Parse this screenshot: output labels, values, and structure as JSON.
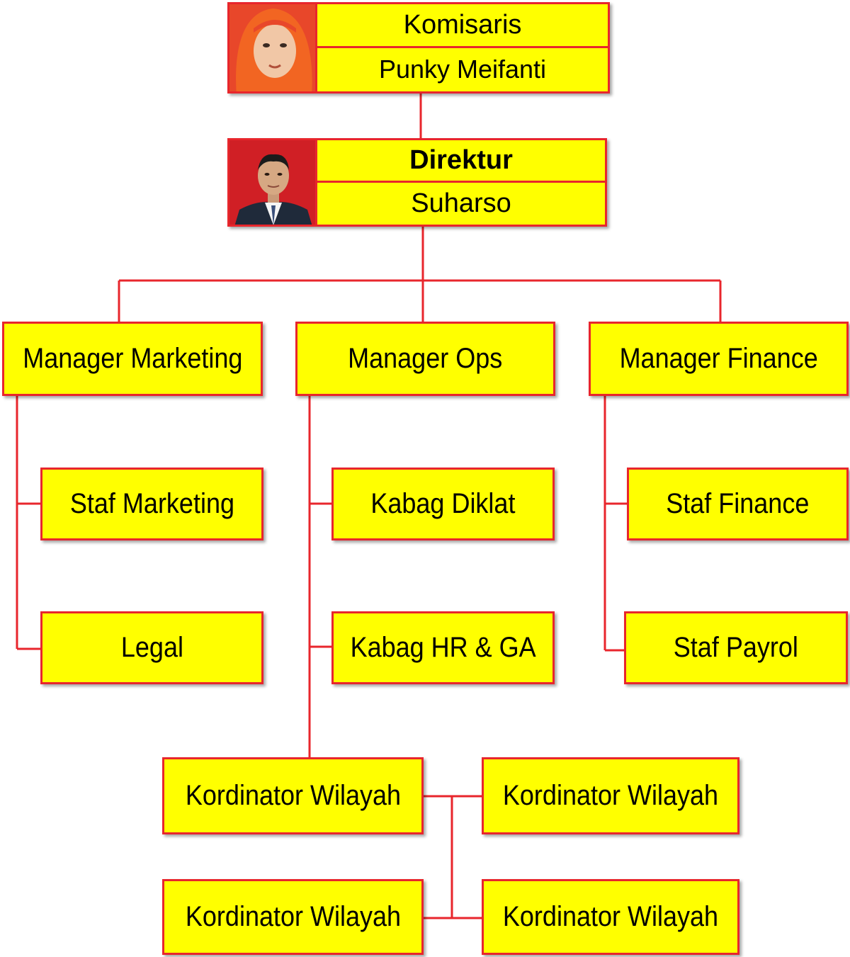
{
  "chart_data": {
    "type": "org-chart",
    "nodes": [
      {
        "id": "komisaris",
        "title": "Komisaris",
        "name": "Punky Meifanti"
      },
      {
        "id": "direktur",
        "title": "Direktur",
        "name": "Suharso"
      },
      {
        "id": "mgr_marketing",
        "title": "Manager Marketing"
      },
      {
        "id": "mgr_ops",
        "title": "Manager Ops"
      },
      {
        "id": "mgr_finance",
        "title": "Manager Finance"
      },
      {
        "id": "staf_marketing",
        "title": "Staf Marketing"
      },
      {
        "id": "legal",
        "title": "Legal"
      },
      {
        "id": "kabag_diklat",
        "title": "Kabag Diklat"
      },
      {
        "id": "kabag_hr",
        "title": "Kabag HR & GA"
      },
      {
        "id": "staf_finance",
        "title": "Staf Finance"
      },
      {
        "id": "staf_payrol",
        "title": "Staf Payrol"
      },
      {
        "id": "korwil_1",
        "title": "Kordinator Wilayah"
      },
      {
        "id": "korwil_2",
        "title": "Kordinator Wilayah"
      },
      {
        "id": "korwil_3",
        "title": "Kordinator Wilayah"
      },
      {
        "id": "korwil_4",
        "title": "Kordinator Wilayah"
      }
    ],
    "edges": [
      [
        "komisaris",
        "direktur"
      ],
      [
        "direktur",
        "mgr_marketing"
      ],
      [
        "direktur",
        "mgr_ops"
      ],
      [
        "direktur",
        "mgr_finance"
      ],
      [
        "mgr_marketing",
        "staf_marketing"
      ],
      [
        "mgr_marketing",
        "legal"
      ],
      [
        "mgr_ops",
        "kabag_diklat"
      ],
      [
        "mgr_ops",
        "kabag_hr"
      ],
      [
        "mgr_ops",
        "korwil_1"
      ],
      [
        "korwil_1",
        "korwil_2"
      ],
      [
        "korwil_1",
        "korwil_3"
      ],
      [
        "korwil_1",
        "korwil_4"
      ]
    ]
  },
  "colors": {
    "box_fill": "#ffff00",
    "box_border": "#e8262c",
    "connector": "#e8262c",
    "text": "#000000"
  }
}
